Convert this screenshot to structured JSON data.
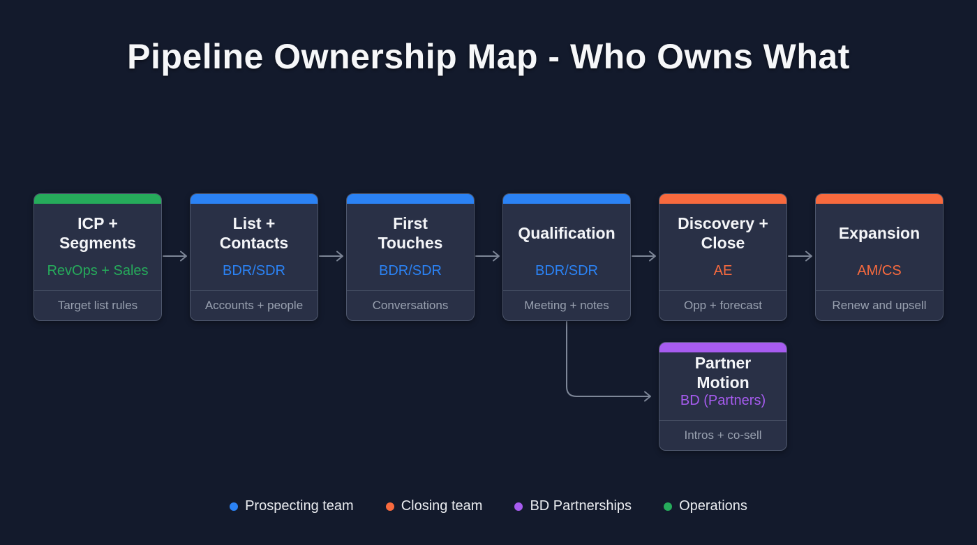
{
  "title": "Pipeline Ownership Map - Who Owns What",
  "teams": {
    "prospecting": {
      "label": "Prospecting team",
      "color": "#2b82f4"
    },
    "closing": {
      "label": "Closing team",
      "color": "#f86a3e"
    },
    "bd": {
      "label": "BD Partnerships",
      "color": "#a75cf0"
    },
    "operations": {
      "label": "Operations",
      "color": "#26ab5b"
    }
  },
  "stages": [
    {
      "title": "ICP + Segments",
      "owner": "RevOps + Sales",
      "artifact": "Target list rules",
      "team": "operations"
    },
    {
      "title": "List + Contacts",
      "owner": "BDR/SDR",
      "artifact": "Accounts + people",
      "team": "prospecting"
    },
    {
      "title": "First Touches",
      "owner": "BDR/SDR",
      "artifact": "Conversations",
      "team": "prospecting"
    },
    {
      "title": "Qualification",
      "owner": "BDR/SDR",
      "artifact": "Meeting + notes",
      "team": "prospecting"
    },
    {
      "title": "Discovery + Close",
      "owner": "AE",
      "artifact": "Opp + forecast",
      "team": "closing"
    },
    {
      "title": "Expansion",
      "owner": "AM/CS",
      "artifact": "Renew and upsell",
      "team": "closing"
    }
  ],
  "branch_stage": {
    "title": "Partner Motion",
    "owner": "BD (Partners)",
    "artifact": "Intros + co-sell",
    "team": "bd"
  },
  "colors": {
    "background": "#131a2c",
    "card_body": "#293046",
    "card_border": "#4e576d",
    "arrow": "#7e8798",
    "footer_text": "#99a1b0",
    "title_text": "#f6f7f9"
  }
}
